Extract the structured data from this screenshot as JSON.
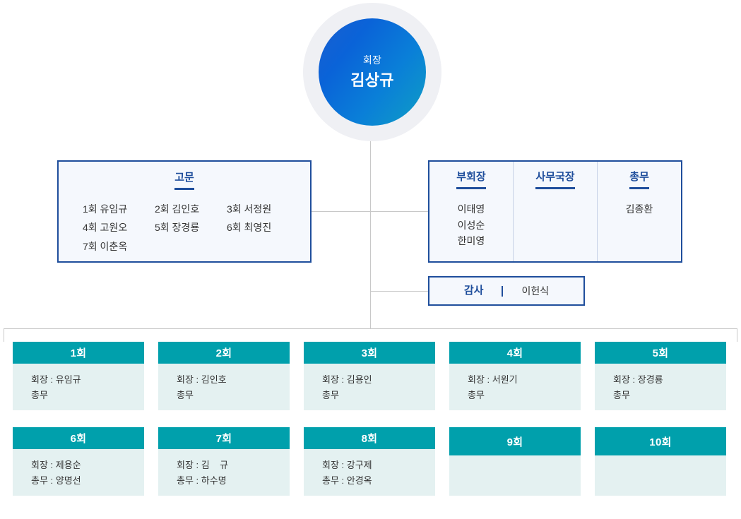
{
  "president": {
    "role": "회장",
    "name": "김상규"
  },
  "advisors": {
    "title": "고문",
    "members": [
      "1회 유임규",
      "2회 김인호",
      "3회 서정원",
      "4회 고원오",
      "5회 장경룡",
      "6회 최영진",
      "7회 이춘옥"
    ]
  },
  "officers": {
    "columns": [
      {
        "title": "부회장",
        "names": [
          "이태영",
          "이성순",
          "한미영"
        ]
      },
      {
        "title": "사무국장",
        "names": []
      },
      {
        "title": "총무",
        "names": [
          "김종환"
        ]
      }
    ]
  },
  "auditor": {
    "title": "감사",
    "name": "이헌식"
  },
  "terms": [
    {
      "header": "1회",
      "lines": [
        "회장 : 유임규",
        "총무"
      ]
    },
    {
      "header": "2회",
      "lines": [
        "회장 : 김인호",
        "총무"
      ]
    },
    {
      "header": "3회",
      "lines": [
        "회장 : 김용인",
        "총무"
      ]
    },
    {
      "header": "4회",
      "lines": [
        "회장 : 서원기",
        "총무"
      ]
    },
    {
      "header": "5회",
      "lines": [
        "회장 : 장경룡",
        "총무"
      ]
    },
    {
      "header": "6회",
      "lines": [
        "회장 : 제용순",
        "총무 : 양명선"
      ]
    },
    {
      "header": "7회",
      "lines": [
        "회장 : 김    규",
        "총무 : 하수명"
      ]
    },
    {
      "header": "8회",
      "lines": [
        "회장 : 강구제",
        "총무 : 안경옥"
      ]
    },
    {
      "header": "9회",
      "lines": []
    },
    {
      "header": "10회",
      "lines": []
    }
  ],
  "colors": {
    "navy": "#1f4e9c",
    "teal": "#00a0ac",
    "teal_body": "#e4f1f1",
    "box_fill": "#f5f8fd",
    "line": "#c8c8c8",
    "circle_halo": "#eff0f4"
  }
}
